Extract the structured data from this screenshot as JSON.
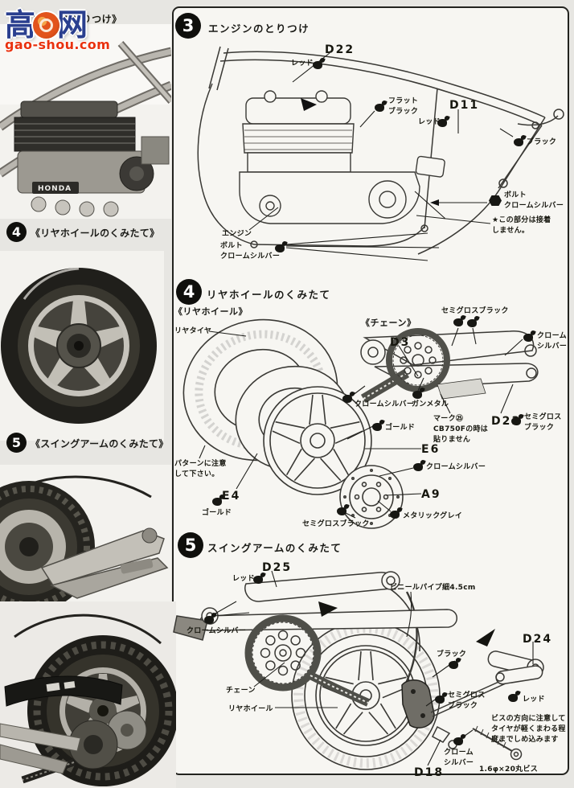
{
  "watermark": {
    "word_left": "高",
    "word_right": "网",
    "site": "gao-shou.com"
  },
  "sidebar": {
    "top_caption": "《エンジンのとりつけ》",
    "sections": [
      {
        "num": "4",
        "caption": "《リヤホイールのくみたて》"
      },
      {
        "num": "5",
        "caption": "《スイングアームのくみたて》"
      }
    ],
    "engine_brand": "HONDA"
  },
  "step3": {
    "num": "3",
    "title": "エンジンのとりつけ",
    "labels": {
      "d22": "D22",
      "red_top": "レッド",
      "flat_black": "フラット\nブラック",
      "d11": "D11",
      "red_mid": "レッド",
      "black": "ブラック",
      "bolt_right": "ボルト\nクロームシルバー",
      "glue_note": "★この部分は接着\nしません。",
      "engine": "エンジン",
      "bolt_left": "ボルト\nクロームシルバー"
    }
  },
  "step4": {
    "num": "4",
    "title": "リヤホイールのくみたて",
    "sub_wheel": "《リヤホイール》",
    "sub_chain": "《チェーン》",
    "labels": {
      "rear_tire": "リヤタイヤ",
      "semigloss_top": "セミグロスブラック",
      "d3": "D3",
      "chrome_right": "クローム\nシルバー",
      "chrome_mid": "クロームシルバー",
      "gunmetal": "ガンメタル",
      "mark_note": "マーク㉕\nCB750Fの時は\n貼りません",
      "d23": "D23",
      "semigloss_d23": "セミグロス\nブラック",
      "gold_mid": "ゴールド",
      "e6": "E6",
      "chrome_disc": "クロームシルバー",
      "a9": "A9",
      "metallic_gray": "メタリックグレイ",
      "pattern_note": "パターンに注意\nして下さい。",
      "e4": "E4",
      "gold_bottom": "ゴールド",
      "semigloss_bottom": "セミグロスブラック"
    }
  },
  "step5": {
    "num": "5",
    "title": "スイングアームのくみたて",
    "labels": {
      "d25": "D25",
      "red_top": "レッド",
      "vinyl_pipe": "ビニールパイプ細4.5cm",
      "chrome_left": "クロームシルバー",
      "chain": "チェーン",
      "rear_wheel": "リヤホイール",
      "black": "ブラック",
      "d24": "D24",
      "semigloss": "セミグロス\nブラック",
      "red_right": "レッド",
      "screw_note": "ビスの方向に注意して\nタイヤが軽くまわる程\n度までしめ込みます",
      "chrome_bottom": "クローム\nシルバー",
      "d18": "D18",
      "screw_size": "1.6φ×20丸ビス"
    }
  }
}
